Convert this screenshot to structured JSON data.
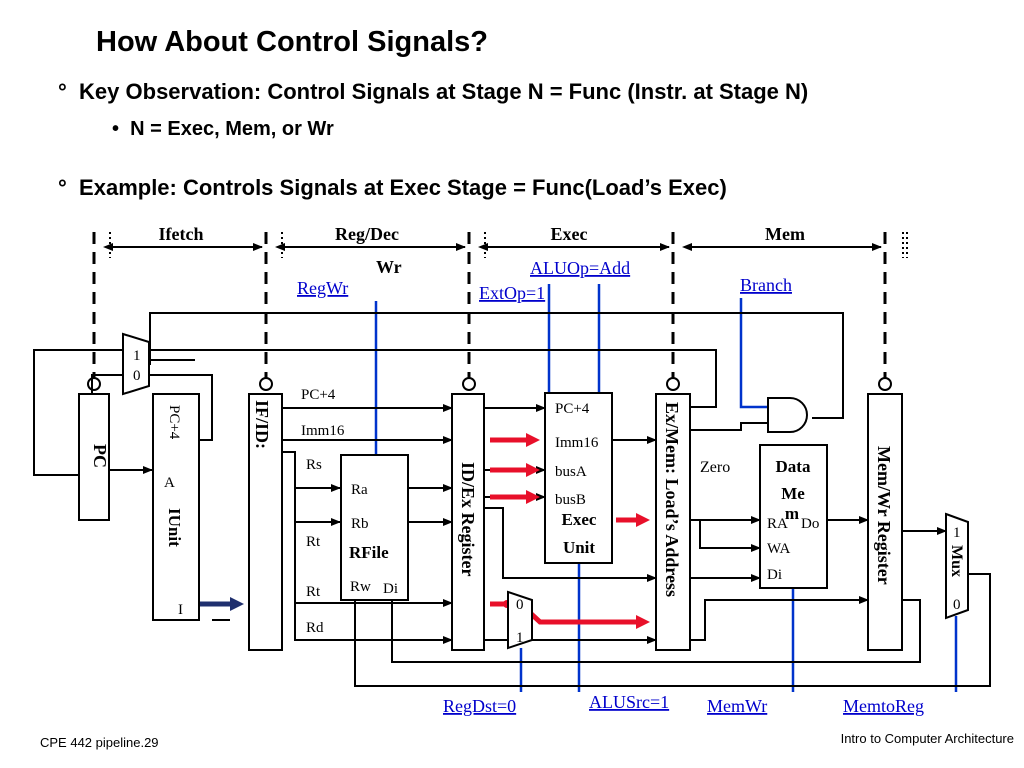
{
  "slide": {
    "title": "How About Control Signals?",
    "bullet_marker": "°",
    "sub_marker": "•",
    "bullet1": "Key Observation: Control Signals at Stage N  = Func (Instr. at Stage N)",
    "bullet1_sub": "N  =  Exec, Mem, or Wr",
    "bullet2": "Example: Controls Signals at Exec Stage = Func(Load’s Exec)"
  },
  "diagram": {
    "stages": [
      "Ifetch",
      "Reg/Dec",
      "Exec",
      "Mem"
    ],
    "wr_label": "Wr",
    "control_signals": {
      "regwr": "RegWr",
      "aluop": "ALUOp=Add",
      "extop": "ExtOp=1",
      "branch": "Branch",
      "regdst": "RegDst=0",
      "alusrc": "ALUSrc=1",
      "memwr": "MemWr",
      "memtoreg": "MemtoReg"
    },
    "pc_mux": {
      "in1": "1",
      "in0": "0"
    },
    "pc_label": "PC",
    "iunit": {
      "label": "IUnit",
      "pc4": "PC+4",
      "a": "A",
      "i": "I"
    },
    "ifid_label": "IF/ID:",
    "ifid_outputs": [
      "PC+4",
      "Imm16",
      "Rs",
      "Rt",
      "Rt",
      "Rd"
    ],
    "rfile": {
      "label": "RFile",
      "ra": "Ra",
      "rb": "Rb",
      "rw": "Rw",
      "di": "Di"
    },
    "idex_label": "ID/Ex Register",
    "exec_unit": {
      "label1": "Exec",
      "label2": "Unit",
      "inputs": [
        "PC+4",
        "Imm16",
        "busA",
        "busB"
      ]
    },
    "regdst_mux": {
      "in0": "0",
      "in1": "1"
    },
    "exmem_label": "Ex/Mem: Load’s Address",
    "zero_label": "Zero",
    "data_mem": {
      "title1": "Data",
      "title2": "Me",
      "title3": "m",
      "ra": "RA",
      "do": "Do",
      "wa": "WA",
      "di": "Di"
    },
    "memwr_label": "Mem/Wr Register",
    "wb_mux": {
      "label": "Mux",
      "in1": "1",
      "in0": "0"
    }
  },
  "footer": {
    "left": "CPE 442 pipeline.29",
    "right": "Intro to Computer Architecture"
  },
  "colors": {
    "signal_text": "#0000cc",
    "control_line": "#0033cc",
    "highlight_arrow": "#e8102a",
    "dark_arrow": "#1f2f6e"
  }
}
